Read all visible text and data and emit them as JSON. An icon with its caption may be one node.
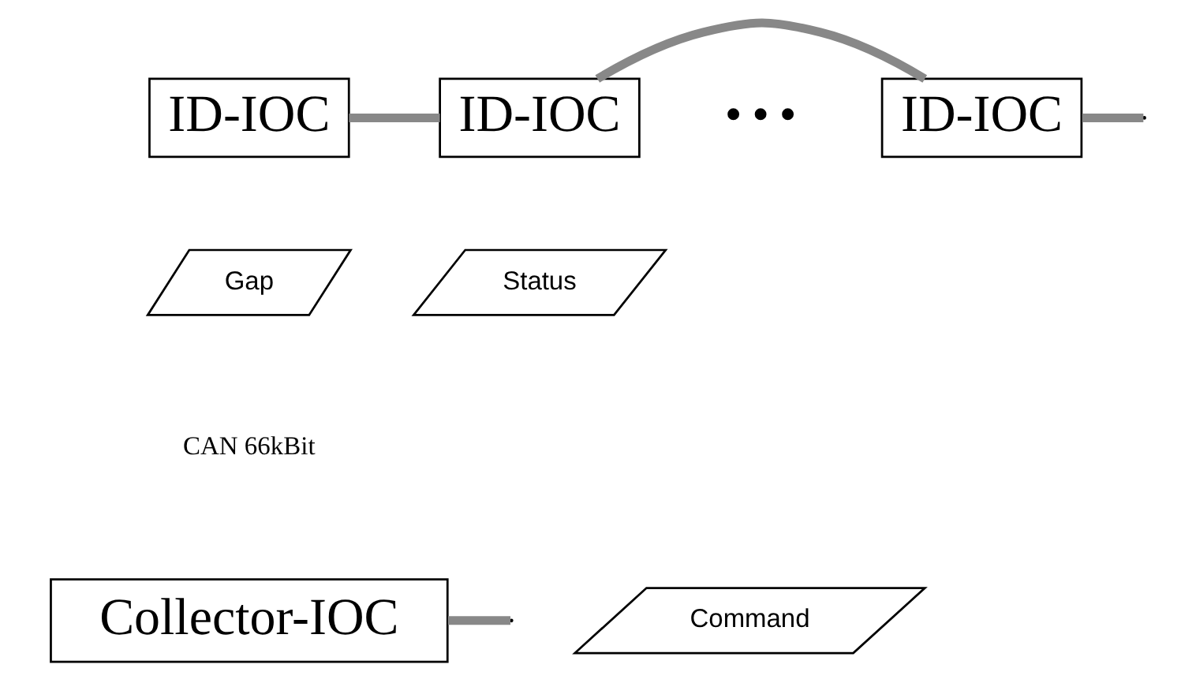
{
  "diagram": {
    "nodes": [
      {
        "text": [
          "ID-IOC"
        ]
      },
      {
        "text": [
          "ID-IOC"
        ]
      },
      {
        "text": [
          "ID-IOC"
        ]
      },
      {
        "text": [
          "Gap"
        ]
      },
      {
        "text": [
          "Status"
        ]
      },
      {
        "text": [
          "Collector-IOC"
        ]
      },
      {
        "text": [
          "Command"
        ]
      }
    ],
    "edges": [
      {
        "from": 0,
        "to": 1,
        "arrow": "none"
      },
      {
        "from": 1,
        "to": 2,
        "arrow": "none"
      },
      {
        "from": 2,
        "to": null,
        "arrow": "none"
      },
      {
        "from": 5,
        "to": null,
        "arrow": "none"
      }
    ],
    "labels": [
      "• • •",
      "CAN 66kBit"
    ]
  }
}
